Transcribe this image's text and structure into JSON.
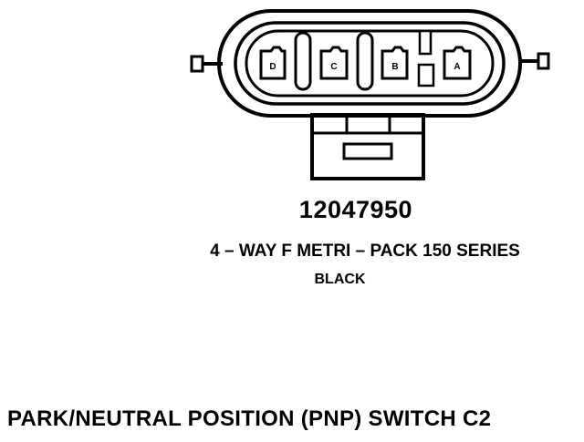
{
  "diagram": {
    "part_number": "12047950",
    "series": "4 – WAY F METRI – PACK 150 SERIES",
    "color": "BLACK",
    "title": "PARK/NEUTRAL POSITION (PNP) SWITCH C2",
    "terminals": [
      {
        "id": "D",
        "label": "D"
      },
      {
        "id": "C",
        "label": "C"
      },
      {
        "id": "B",
        "label": "B"
      },
      {
        "id": "A",
        "label": "A"
      }
    ]
  }
}
